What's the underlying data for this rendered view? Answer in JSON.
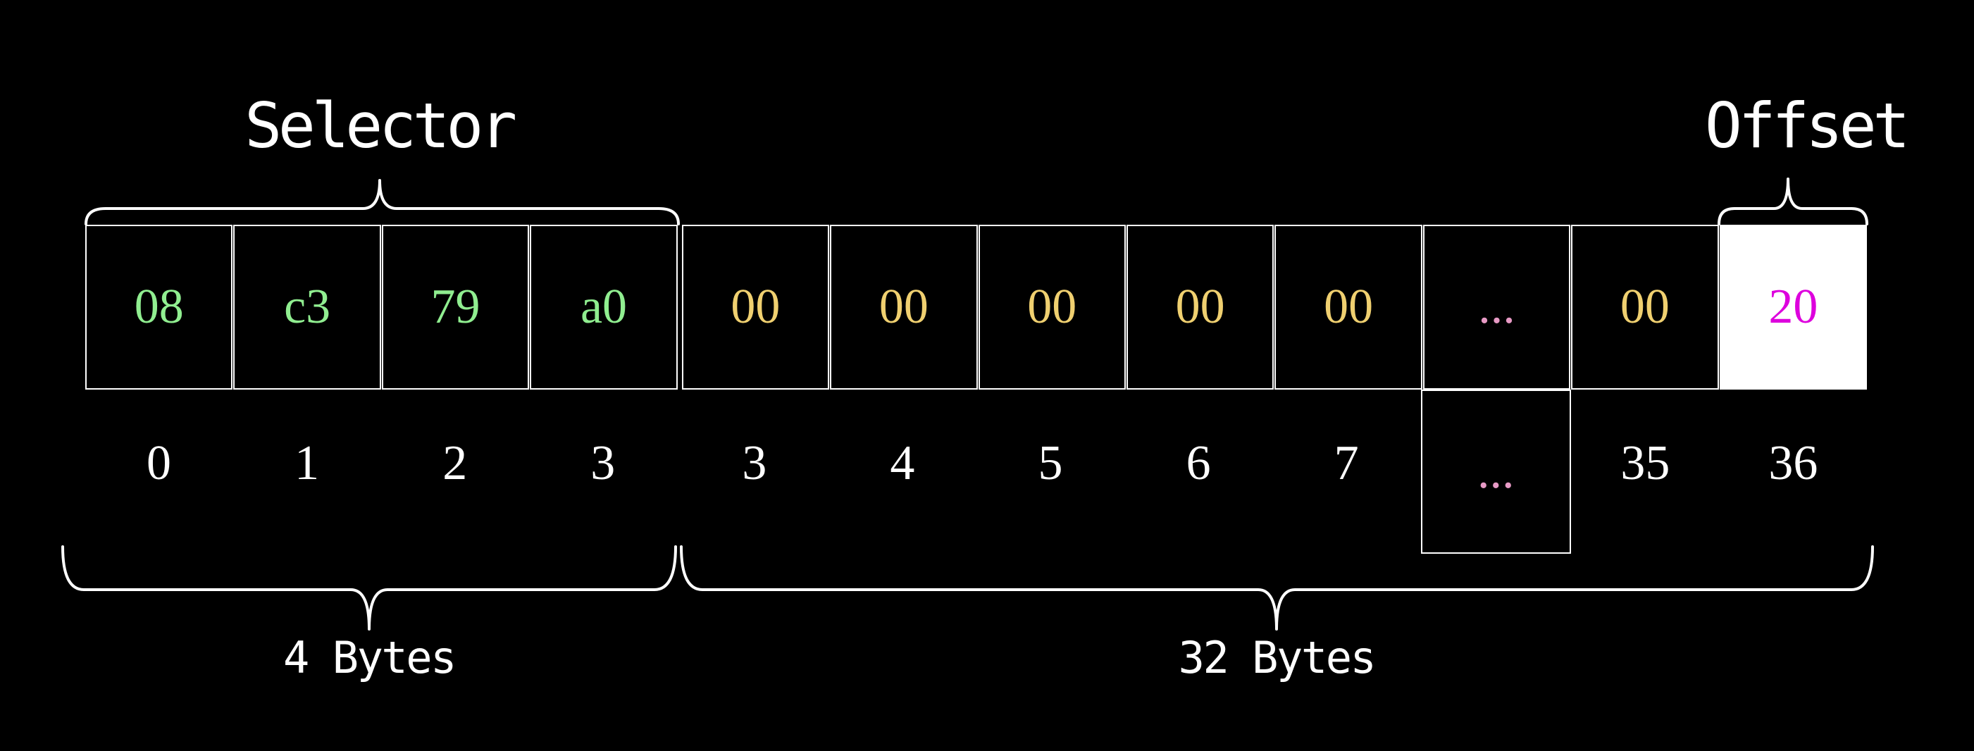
{
  "titles": {
    "selector": "Selector",
    "offset": "Offset"
  },
  "byte_cells": [
    {
      "value": "08",
      "color": "green",
      "index_label": "0"
    },
    {
      "value": "c3",
      "color": "green",
      "index_label": "1"
    },
    {
      "value": "79",
      "color": "green",
      "index_label": "2"
    },
    {
      "value": "a0",
      "color": "green",
      "index_label": "3"
    },
    {
      "value": "00",
      "color": "yellow",
      "index_label": "3",
      "group_start": true
    },
    {
      "value": "00",
      "color": "yellow",
      "index_label": "4"
    },
    {
      "value": "00",
      "color": "yellow",
      "index_label": "5"
    },
    {
      "value": "00",
      "color": "yellow",
      "index_label": "6"
    },
    {
      "value": "00",
      "color": "yellow",
      "index_label": "7"
    },
    {
      "value": "...",
      "color": "pink",
      "index_label": "...",
      "index_boxed": true
    },
    {
      "value": "00",
      "color": "yellow",
      "index_label": "35"
    },
    {
      "value": "20",
      "color": "magenta",
      "index_label": "36",
      "highlight": true
    }
  ],
  "group_labels": {
    "selector_bytes": "4 Bytes",
    "data_bytes": "32 Bytes"
  },
  "colors": {
    "background": "#000000",
    "line": "#ffffff",
    "green": "#90ee90",
    "yellow": "#f0d070",
    "pink": "#e79ac5",
    "magenta": "#dd00dd",
    "highlight_bg": "#ffffff"
  }
}
